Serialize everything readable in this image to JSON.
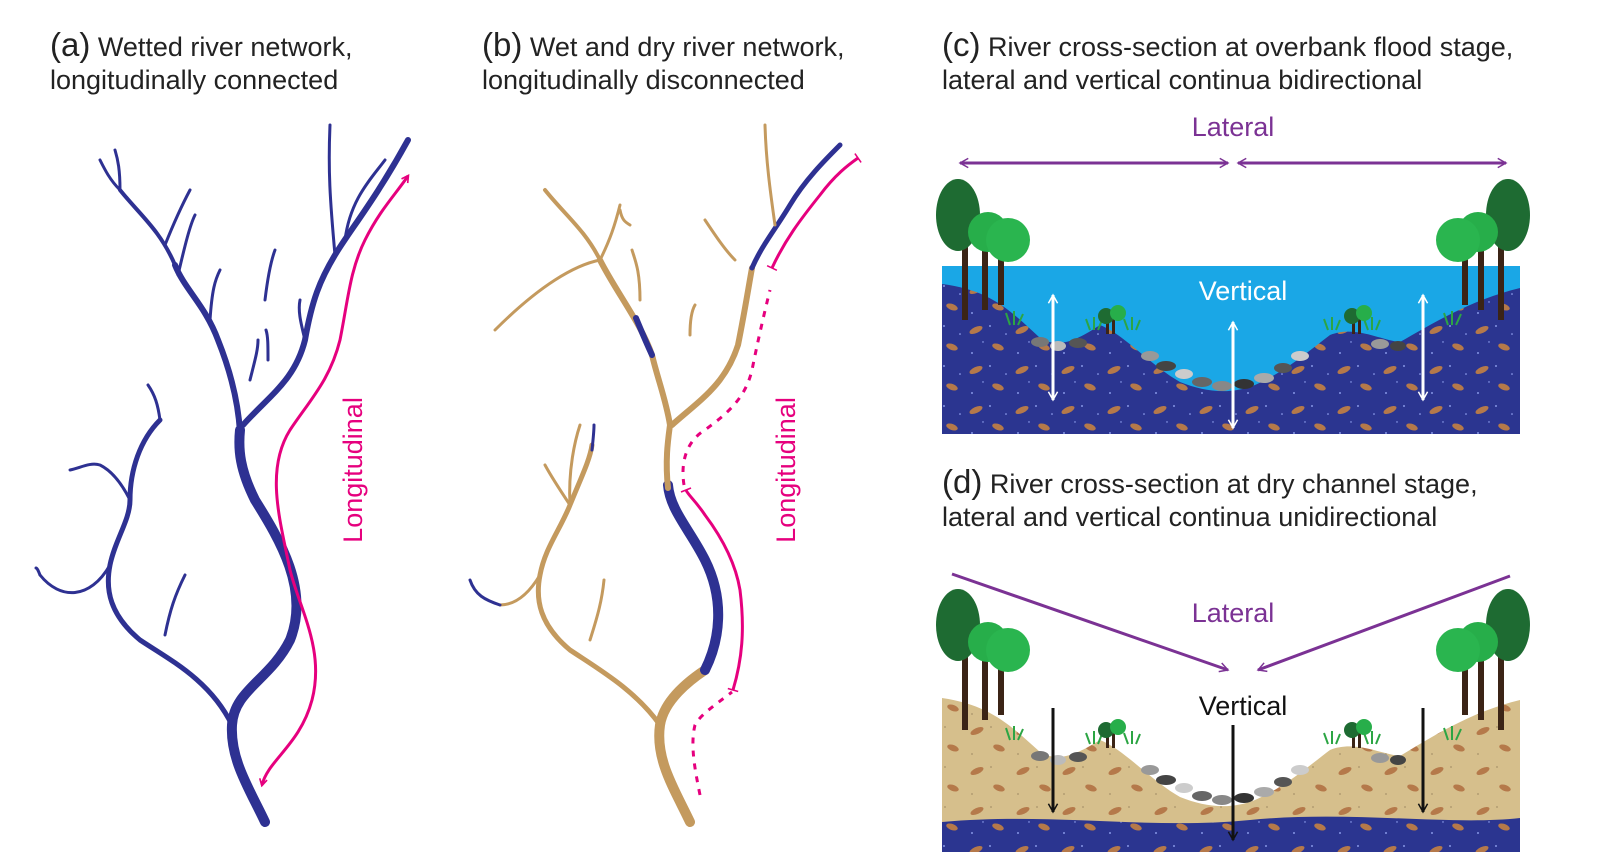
{
  "panels": {
    "a": {
      "letter": "(a)",
      "line1": "Wetted river network,",
      "line2": "longitudinally connected",
      "arrow_label": "Longitudinal"
    },
    "b": {
      "letter": "(b)",
      "line1": "Wet and dry river network,",
      "line2": "longitudinally disconnected",
      "arrow_label": "Longitudinal"
    },
    "c": {
      "letter": "(c)",
      "line1": "River cross-section at overbank flood stage,",
      "line2": "lateral and vertical continua bidirectional",
      "lateral_label": "Lateral",
      "vertical_label": "Vertical"
    },
    "d": {
      "letter": "(d)",
      "line1": "River cross-section at dry channel stage,",
      "line2": "lateral and vertical continua unidirectional",
      "lateral_label": "Lateral",
      "vertical_label": "Vertical"
    }
  },
  "colors": {
    "wet_channel": "#2e3192",
    "dry_channel": "#c49a5e",
    "longitudinal_arrow": "#e6007e",
    "lateral_arrow": "#7b3294",
    "flood_water": "#1aa7e6",
    "sediment_wet": "#2b3590",
    "sediment_dry": "#d6bf8c",
    "tree_dark": "#1e6b32",
    "tree_light": "#27ae4a",
    "trunk": "#3b2416"
  }
}
